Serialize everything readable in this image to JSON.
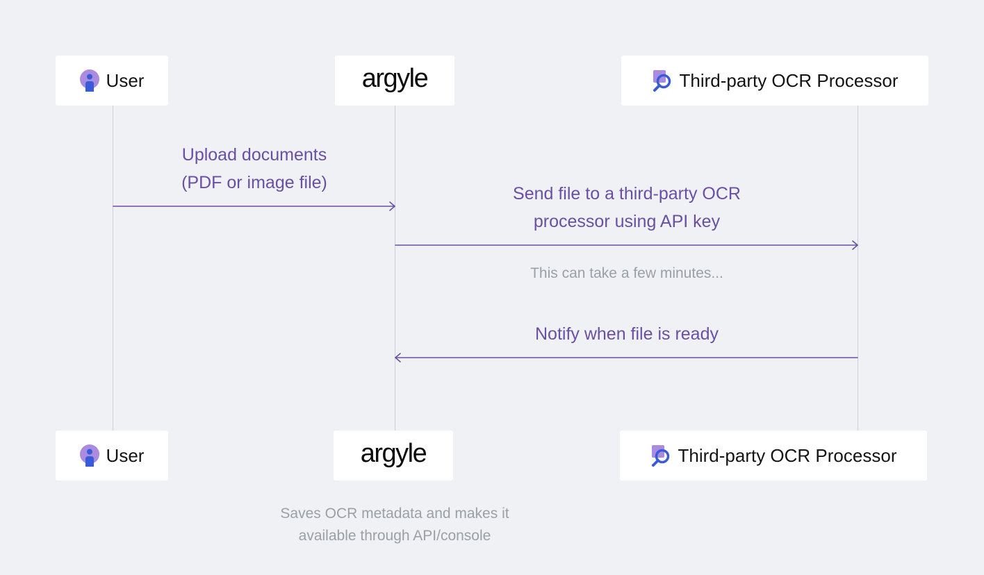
{
  "participants": {
    "user": {
      "label": "User",
      "icon": "user-avatar-icon"
    },
    "argyle": {
      "label": "argyle",
      "icon": "argyle-logo"
    },
    "ocr": {
      "label": "Third-party OCR Processor",
      "icon": "document-search-icon"
    }
  },
  "messages": {
    "upload": {
      "line1": "Upload documents",
      "line2": "(PDF or image file)",
      "from": "user",
      "to": "argyle"
    },
    "send": {
      "line1": "Send file to a third-party OCR",
      "line2": "processor using API key",
      "from": "argyle",
      "to": "ocr"
    },
    "wait_note": "This can take a few minutes...",
    "notify": {
      "line1": "Notify when file is ready",
      "from": "ocr",
      "to": "argyle"
    }
  },
  "footer_note": {
    "line1": "Saves OCR metadata and makes it",
    "line2": "available through API/console"
  },
  "colors": {
    "background": "#f0f1f4",
    "arrow": "#6b4fa6",
    "lifeline": "#c9d0da",
    "note": "#9aa0a8",
    "user_icon": "#a98be0",
    "icon_blue": "#3a5bd9"
  }
}
